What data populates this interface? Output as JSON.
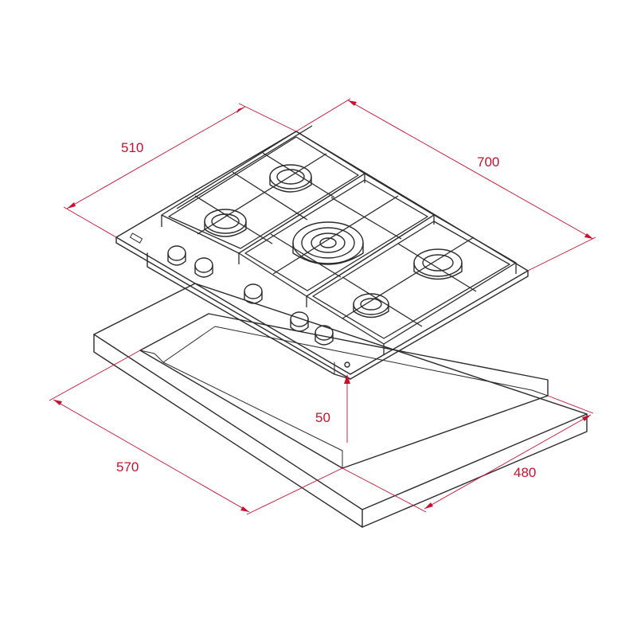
{
  "dimensions": {
    "cooktop_depth": "510",
    "cooktop_width": "700",
    "cutout_depth": "570",
    "cutout_width": "480",
    "height": "50"
  },
  "colors": {
    "dimension": "#c8102e",
    "outline": "#2b2b2b",
    "background": "#ffffff"
  }
}
